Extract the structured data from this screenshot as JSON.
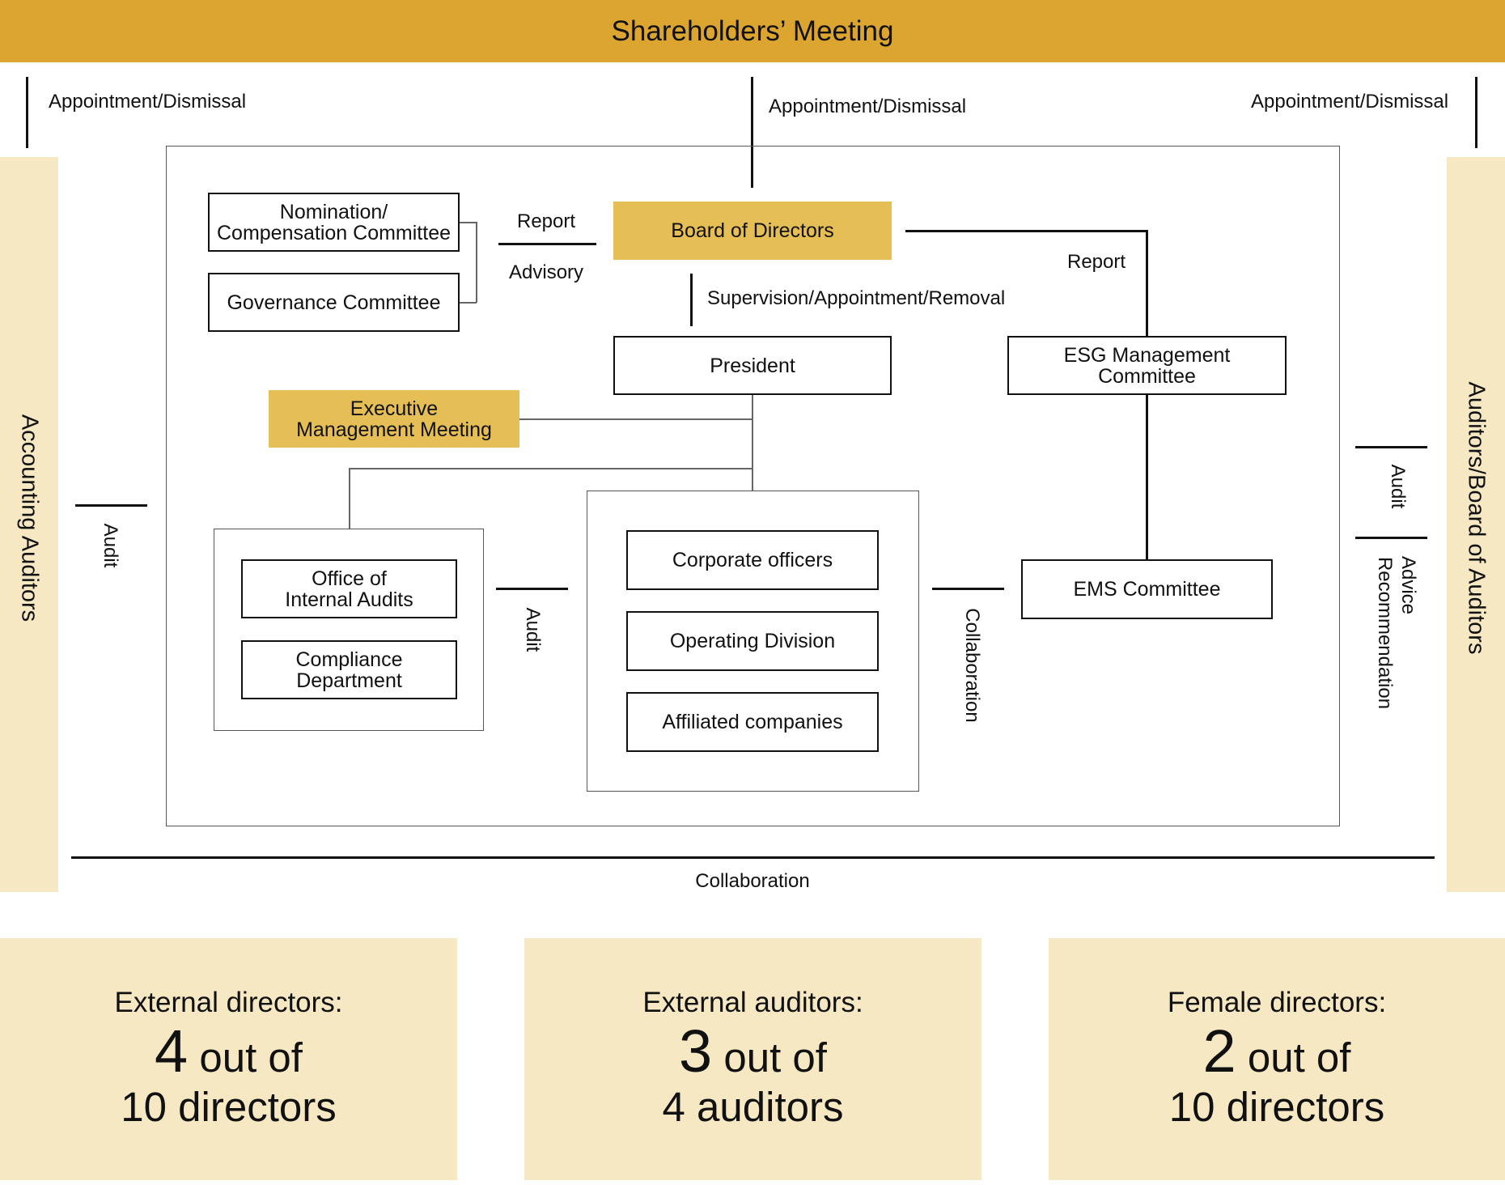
{
  "header": {
    "title": "Shareholders’ Meeting"
  },
  "left_panel": {
    "label": "Accounting Auditors"
  },
  "right_panel": {
    "label": "Auditors/Board of Auditors"
  },
  "labels": {
    "appointment_left": "Appointment/Dismissal",
    "appointment_center": "Appointment/Dismissal",
    "appointment_right": "Appointment/Dismissal",
    "report_top": "Report",
    "advisory": "Advisory",
    "report_right": "Report",
    "supervision": "Supervision/Appointment/Removal",
    "audit_left": "Audit",
    "audit_inner": "Audit",
    "collaboration_inner": "Collaboration",
    "audit_right": "Audit",
    "advice": "Advice",
    "recommendation": "Recommendation",
    "collaboration_bottom": "Collaboration"
  },
  "boxes": {
    "nomination_line1": "Nomination/",
    "nomination_line2": "Compensation Committee",
    "governance": "Governance Committee",
    "board": "Board of Directors",
    "president": "President",
    "esg_line1": "ESG Management",
    "esg_line2": "Committee",
    "exec_line1": "Executive",
    "exec_line2": "Management Meeting",
    "internal_audits_line1": "Office of",
    "internal_audits_line2": "Internal Audits",
    "compliance_line1": "Compliance",
    "compliance_line2": "Department",
    "corporate_officers": "Corporate officers",
    "operating_division": "Operating Division",
    "affiliated_companies": "Affiliated companies",
    "ems": "EMS Committee"
  },
  "stats": [
    {
      "label": "External directors:",
      "number": "4",
      "line1_suffix": " out of",
      "line2": "10 directors"
    },
    {
      "label": "External auditors:",
      "number": "3",
      "line1_suffix": " out of",
      "line2": "4 auditors"
    },
    {
      "label": "Female directors:",
      "number": "2",
      "line1_suffix": " out of",
      "line2": "10 directors"
    }
  ],
  "colors": {
    "header_gold": "#DBA52F",
    "box_gold": "#E6BE56",
    "panel_cream": "#F7E8C4"
  }
}
